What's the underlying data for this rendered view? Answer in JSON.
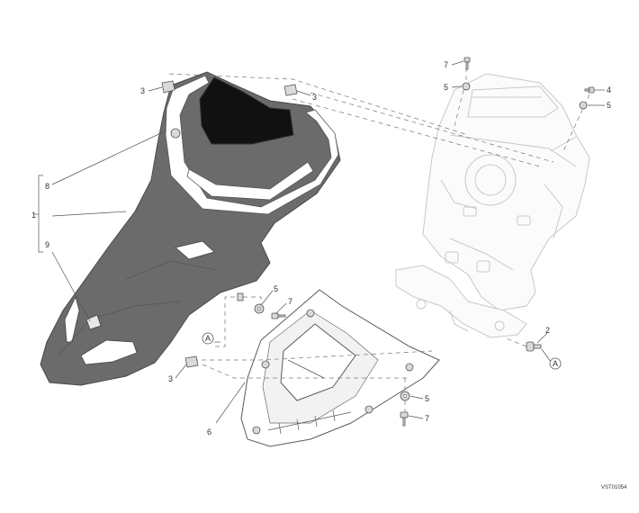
{
  "drawing_code": "VST01054",
  "callouts": {
    "c1": "1",
    "c2": "2",
    "c3a": "3",
    "c3b": "3",
    "c3c": "3",
    "c4": "4",
    "c5a": "5",
    "c5b": "5",
    "c5c": "5",
    "c5d": "5",
    "c6": "6",
    "c7a": "7",
    "c7b": "7",
    "c7c": "7",
    "c8": "8",
    "c9": "9",
    "refA1": "A",
    "refA2": "A"
  },
  "colors": {
    "part_dark": "#6b6b6b",
    "line": "#555555",
    "ghost": "#c8c8c8"
  }
}
